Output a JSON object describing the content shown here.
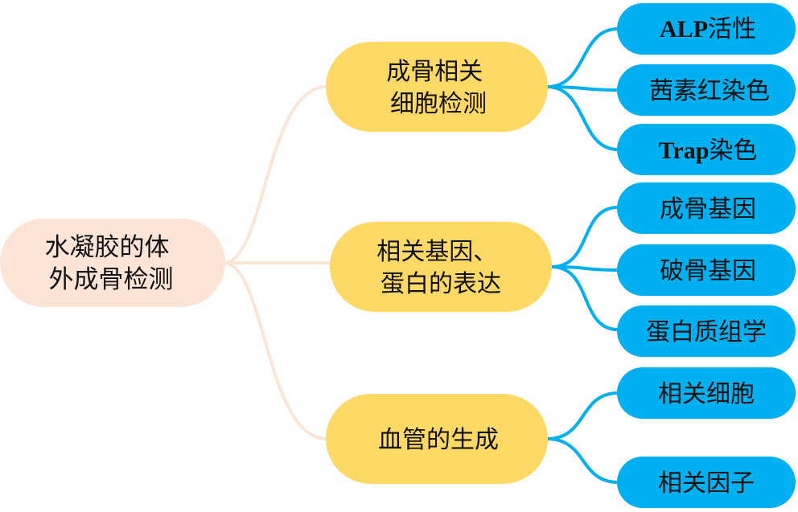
{
  "root": {
    "lines": [
      "水凝胶的体",
      "外成骨检测"
    ],
    "fill": "#fce4d6",
    "line_color": "#fbe5d6"
  },
  "branches": [
    {
      "lines": [
        "成骨相关",
        "细胞检测"
      ],
      "leaves": [
        {
          "label_bold": "ALP",
          "label_rest": "活性"
        },
        {
          "label_bold": "",
          "label_rest": "茜素红染色"
        },
        {
          "label_bold": "Trap",
          "label_rest": "染色"
        }
      ]
    },
    {
      "lines": [
        "相关基因、",
        "蛋白的表达"
      ],
      "leaves": [
        {
          "label_bold": "",
          "label_rest": "成骨基因"
        },
        {
          "label_bold": "",
          "label_rest": "破骨基因"
        },
        {
          "label_bold": "",
          "label_rest": "蛋白质组学"
        }
      ]
    },
    {
      "lines": [
        "血管的生成"
      ],
      "leaves": [
        {
          "label_bold": "",
          "label_rest": "相关细胞"
        },
        {
          "label_bold": "",
          "label_rest": "相关因子"
        }
      ]
    }
  ],
  "colors": {
    "branch_fill": "#ffd966",
    "leaf_fill": "#00b0f0",
    "leaf_line": "#00b0f0"
  }
}
